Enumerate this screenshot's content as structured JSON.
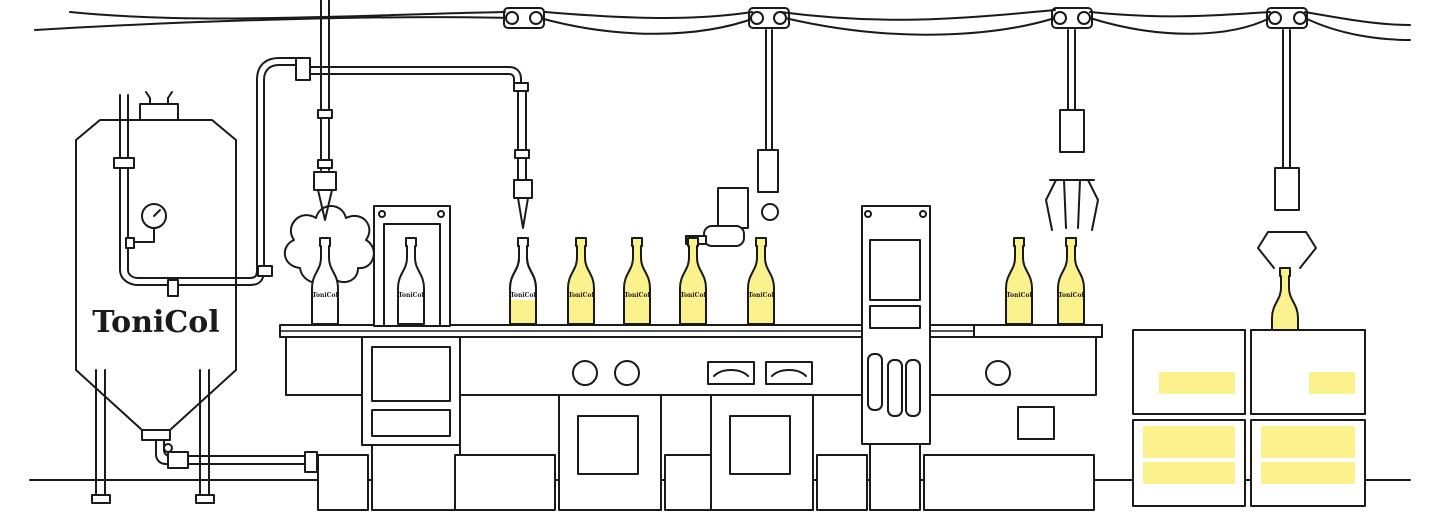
{
  "brand": {
    "name": "ToniCol",
    "tank_logo": "ToniCol",
    "bottle_label": "ToniCol"
  },
  "colors": {
    "line": "#1a1a1a",
    "liquid": "#fbf28e",
    "background": "#ffffff"
  },
  "icons": [
    "tank-icon",
    "pressure-gauge-icon",
    "filler-nozzle-icon",
    "capper-arm-icon",
    "gripper-claw-icon",
    "conveyor-belt-icon",
    "crate-rack-icon"
  ]
}
